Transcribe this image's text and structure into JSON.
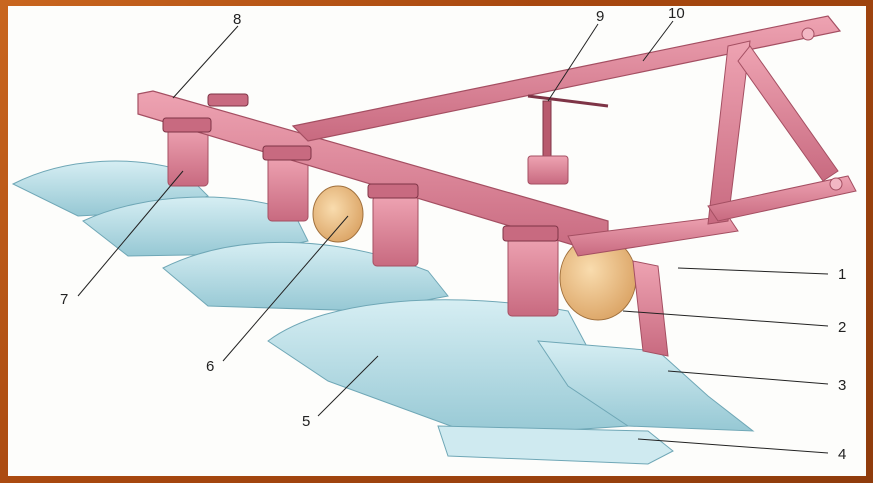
{
  "labels": {
    "l1": "1",
    "l2": "2",
    "l3": "3",
    "l4": "4",
    "l5": "5",
    "l6": "6",
    "l7": "7",
    "l8": "8",
    "l9": "9",
    "l10": "10"
  },
  "colors": {
    "frame": "#b5561a",
    "background": "#fdfdfb",
    "beam": "#e2899a",
    "beam_dark": "#b85a6e",
    "moldboard": "#bfe3ea",
    "moldboard_dark": "#8fc5d2",
    "disk": "#f3c58a",
    "leader": "#222222"
  }
}
